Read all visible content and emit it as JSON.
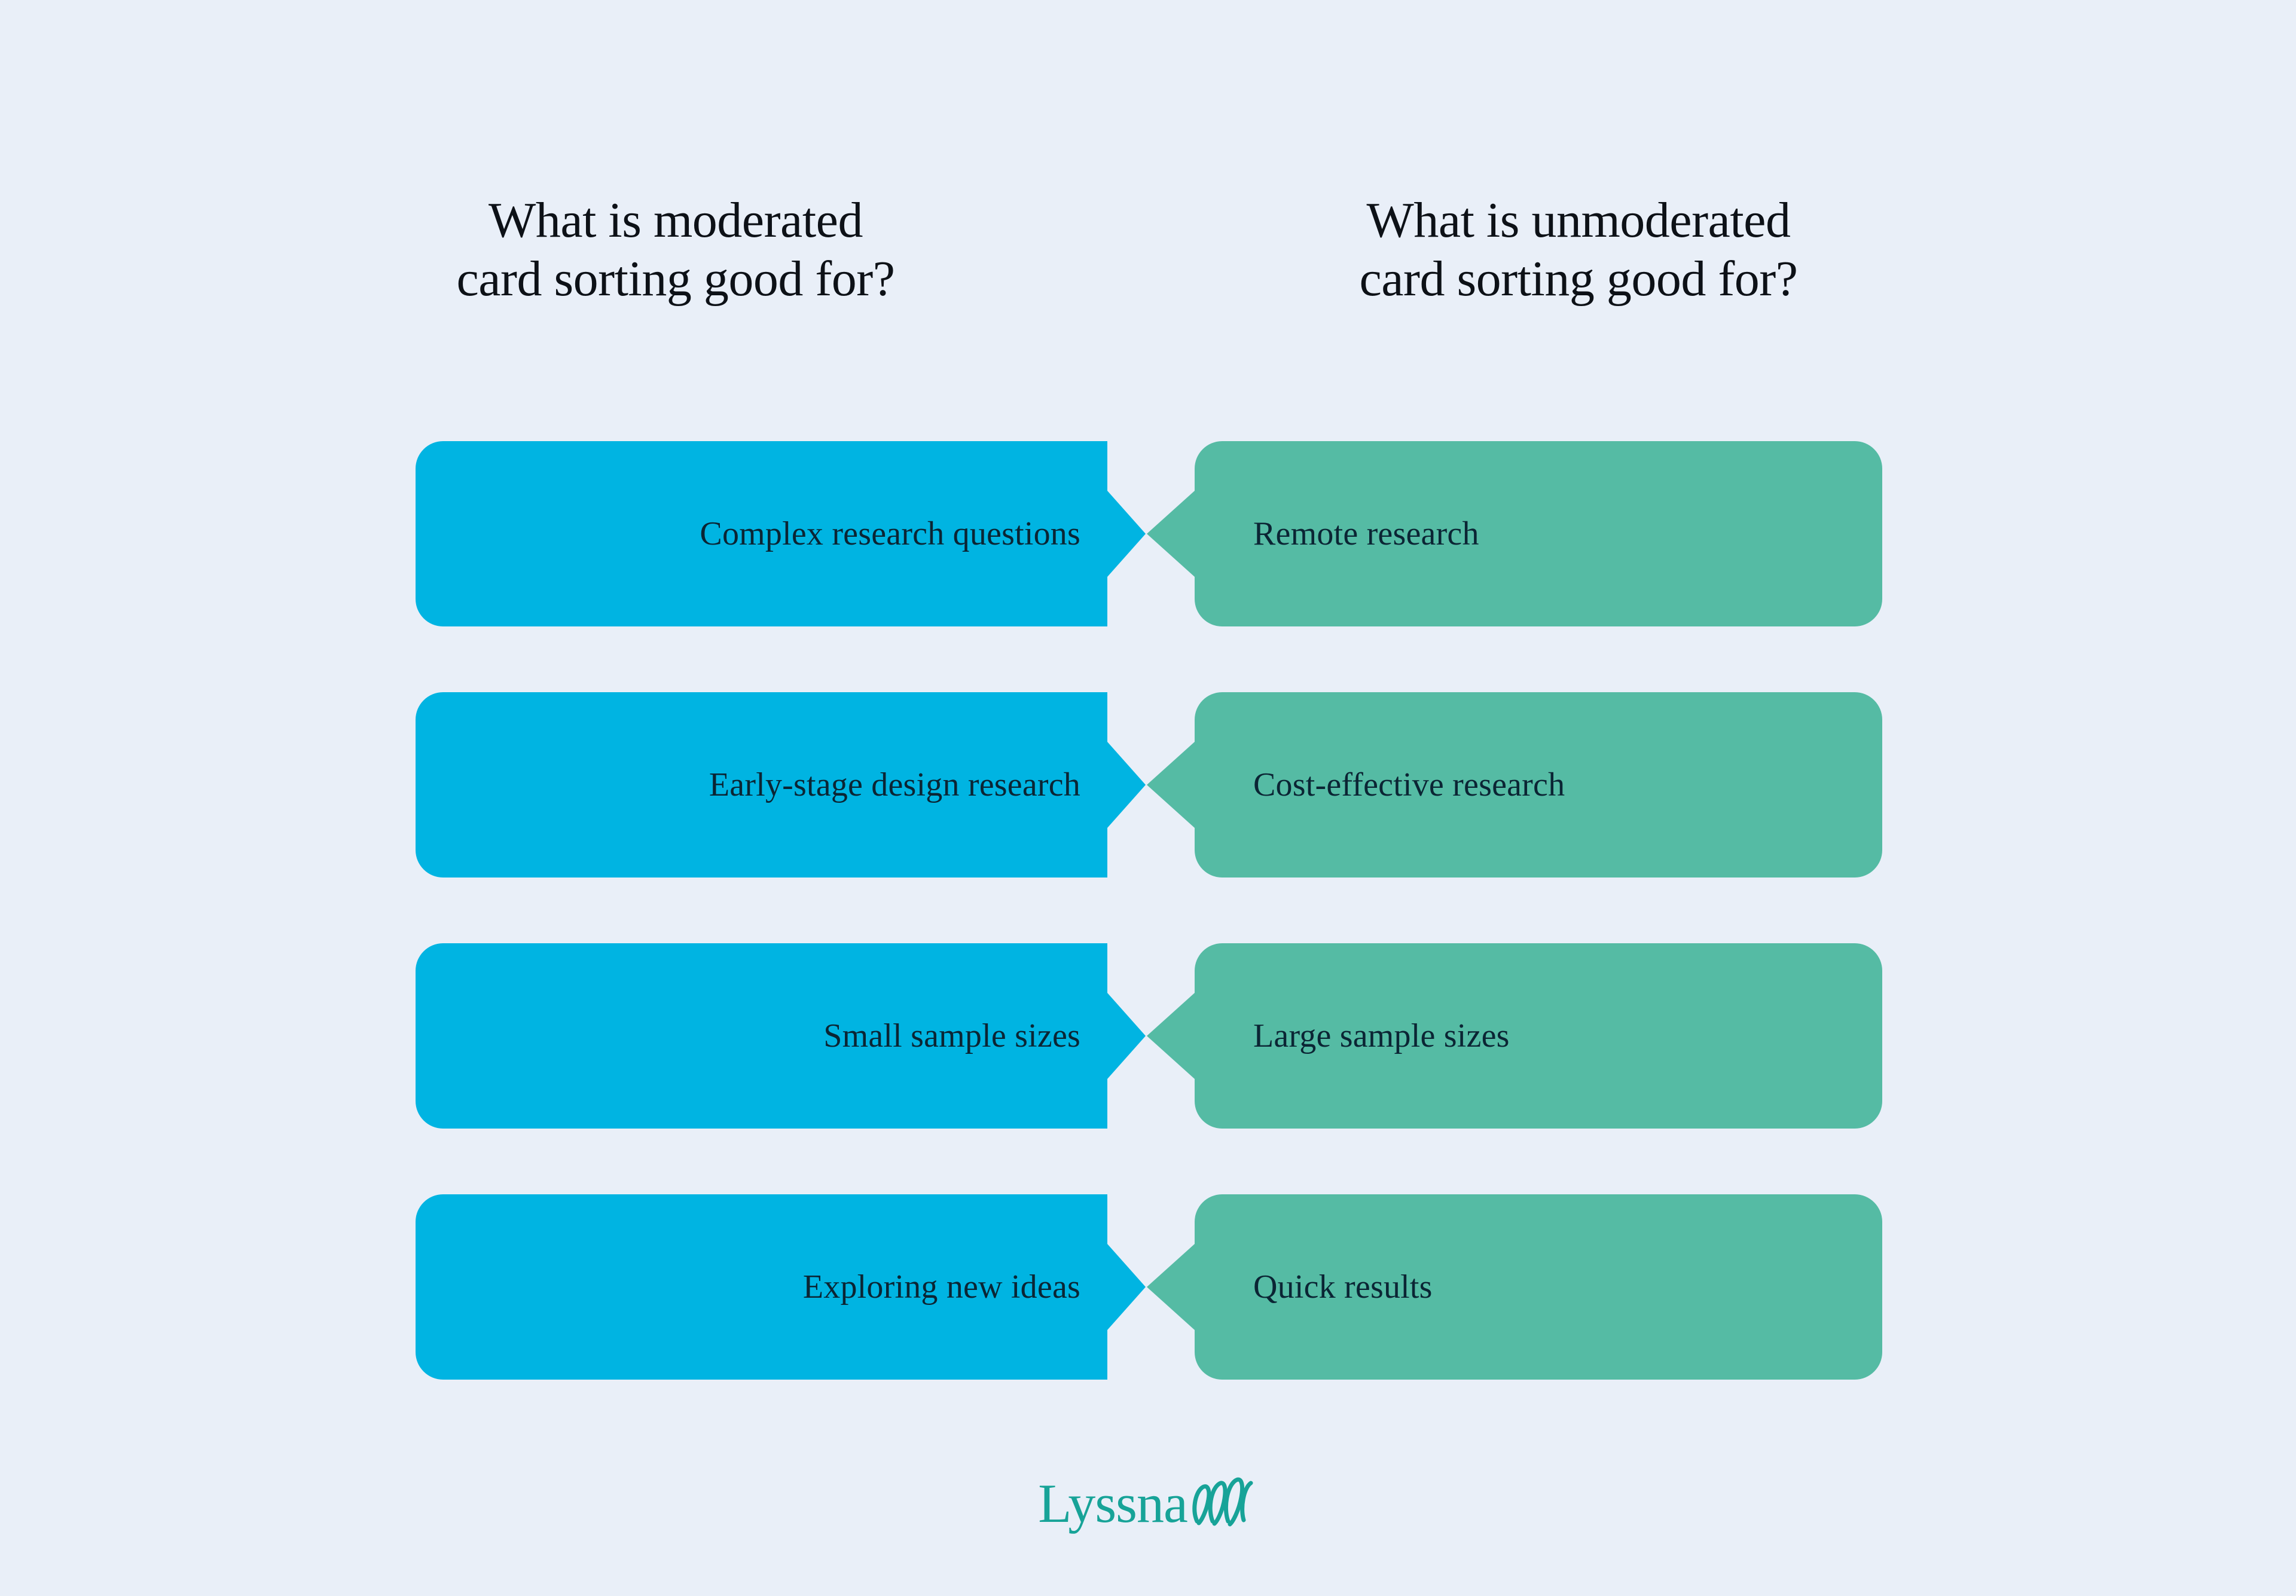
{
  "theme": {
    "background": "#e9eff8",
    "moderated_color": "#00b4e2",
    "unmoderated_color": "#55bba4",
    "card_text_color": "#0b2534",
    "heading_color": "#0d1117",
    "logo_color": "#17a398"
  },
  "headings": {
    "left": "What is moderated\ncard sorting good for?",
    "right": "What is unmoderated\ncard sorting good for?"
  },
  "rows": [
    {
      "moderated": "Complex research questions",
      "unmoderated": "Remote research"
    },
    {
      "moderated": "Early-stage design research",
      "unmoderated": "Cost-effective research"
    },
    {
      "moderated": "Small sample sizes",
      "unmoderated": "Large sample sizes"
    },
    {
      "moderated": "Exploring new ideas",
      "unmoderated": "Quick results"
    }
  ],
  "logo": {
    "wordmark": "Lyssna",
    "mark": "wave-squiggle-mark"
  }
}
